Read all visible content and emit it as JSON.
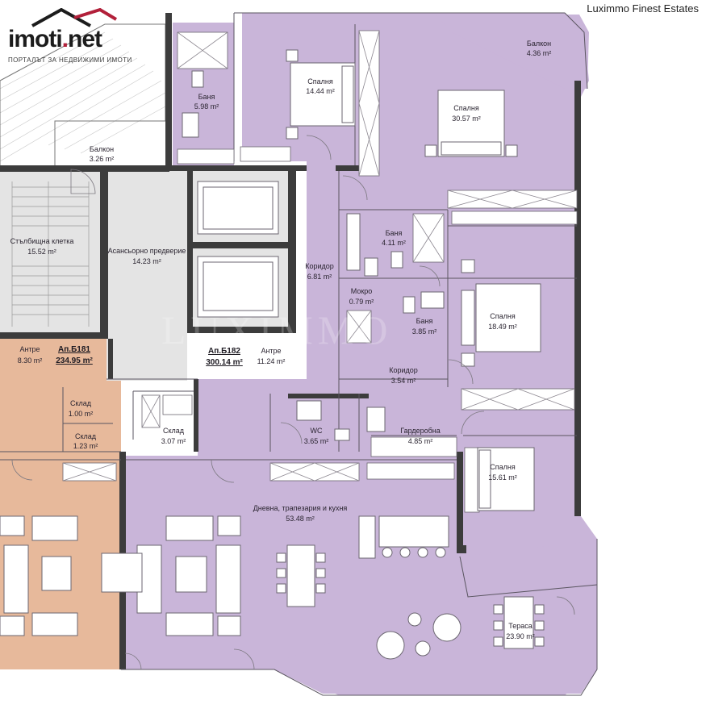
{
  "brand": {
    "name_main": "imoti",
    "name_dot": ".",
    "name_tld": "net",
    "tagline": "ПОРТАЛЪТ ЗА НЕДВИЖИМИ ИМОТИ"
  },
  "agency": "Luximmo Finest Estates",
  "watermark": "LUXIMMO",
  "colors": {
    "apartment_b182": "#c9b5d9",
    "apartment_b181": "#e7b99b",
    "common_area": "#e4e4e4",
    "walls": "#3c3c3c",
    "logo_roof": "#b2203a"
  },
  "apartments": [
    {
      "id": "b181",
      "label": "Ап.Б181",
      "area": "234.95 m²"
    },
    {
      "id": "b182",
      "label": "Ап.Б182",
      "area": "300.14 m²"
    }
  ],
  "rooms": [
    {
      "name": "Балкон",
      "area": "4.36 m²"
    },
    {
      "name": "Спалня",
      "area": "14.44 m²"
    },
    {
      "name": "Баня",
      "area": "5.98 m²"
    },
    {
      "name": "Спалня",
      "area": "30.57 m²"
    },
    {
      "name": "Балкон",
      "area": "3.26 m²"
    },
    {
      "name": "Стълбищна клетка",
      "area": "15.52 m²"
    },
    {
      "name": "Асансьорно предверие",
      "area": "14.23 m²"
    },
    {
      "name": "Баня",
      "area": "4.11 m²"
    },
    {
      "name": "Коридор",
      "area": "6.81 m²"
    },
    {
      "name": "Мокро",
      "area": "0.79 m²"
    },
    {
      "name": "Баня",
      "area": "3.85 m²"
    },
    {
      "name": "Спалня",
      "area": "18.49 m²"
    },
    {
      "name": "Антре",
      "area": "8.30 m²"
    },
    {
      "name": "Антре",
      "area": "11.24 m²"
    },
    {
      "name": "Коридор",
      "area": "3.54 m²"
    },
    {
      "name": "Склад",
      "area": "1.00 m²"
    },
    {
      "name": "Склад",
      "area": "1.23 m²"
    },
    {
      "name": "Склад",
      "area": "3.07 m²"
    },
    {
      "name": "WC",
      "area": "3.65 m²"
    },
    {
      "name": "Гардеробна",
      "area": "4.85 m²"
    },
    {
      "name": "Спалня",
      "area": "15.61 m²"
    },
    {
      "name": "Дневна, трапезария и кухня",
      "area": "53.48 m²"
    },
    {
      "name": "Тераса",
      "area": "23.90 m²"
    }
  ]
}
